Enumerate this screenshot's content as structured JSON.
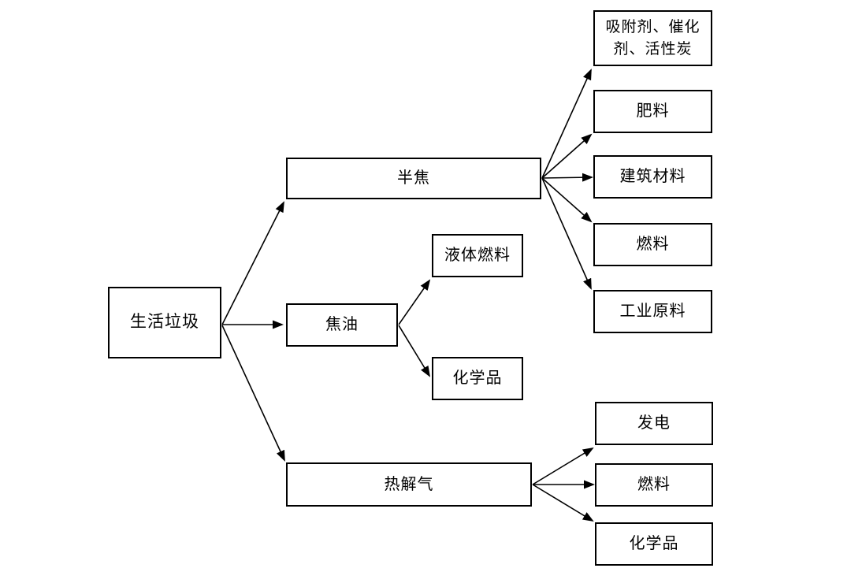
{
  "colors": {
    "background": "#ffffff",
    "line": "#000000",
    "box_border": "#000000",
    "text": "#000000"
  },
  "nodes": {
    "root": {
      "label": "生活垃圾"
    },
    "semi_coke": {
      "label": "半焦"
    },
    "tar": {
      "label": "焦油"
    },
    "pyrolysis_gas": {
      "label": "热解气"
    },
    "adsorbent": {
      "label": "吸附剂、催化剂、活性炭"
    },
    "fertilizer": {
      "label": "肥料"
    },
    "building_material": {
      "label": "建筑材料"
    },
    "semi_coke_fuel": {
      "label": "燃料"
    },
    "industrial_raw_material": {
      "label": "工业原料"
    },
    "liquid_fuel": {
      "label": "液体燃料"
    },
    "tar_chemicals": {
      "label": "化学品"
    },
    "power_generation": {
      "label": "发电"
    },
    "gas_fuel": {
      "label": "燃料"
    },
    "gas_chemicals": {
      "label": "化学品"
    }
  },
  "edges": [
    {
      "from": "生活垃圾",
      "to": "半焦"
    },
    {
      "from": "生活垃圾",
      "to": "焦油"
    },
    {
      "from": "生活垃圾",
      "to": "热解气"
    },
    {
      "from": "半焦",
      "to": "吸附剂、催化剂、活性炭"
    },
    {
      "from": "半焦",
      "to": "肥料"
    },
    {
      "from": "半焦",
      "to": "建筑材料"
    },
    {
      "from": "半焦",
      "to": "燃料"
    },
    {
      "from": "半焦",
      "to": "工业原料"
    },
    {
      "from": "焦油",
      "to": "液体燃料"
    },
    {
      "from": "焦油",
      "to": "化学品"
    },
    {
      "from": "热解气",
      "to": "发电"
    },
    {
      "from": "热解气",
      "to": "燃料"
    },
    {
      "from": "热解气",
      "to": "化学品"
    }
  ]
}
